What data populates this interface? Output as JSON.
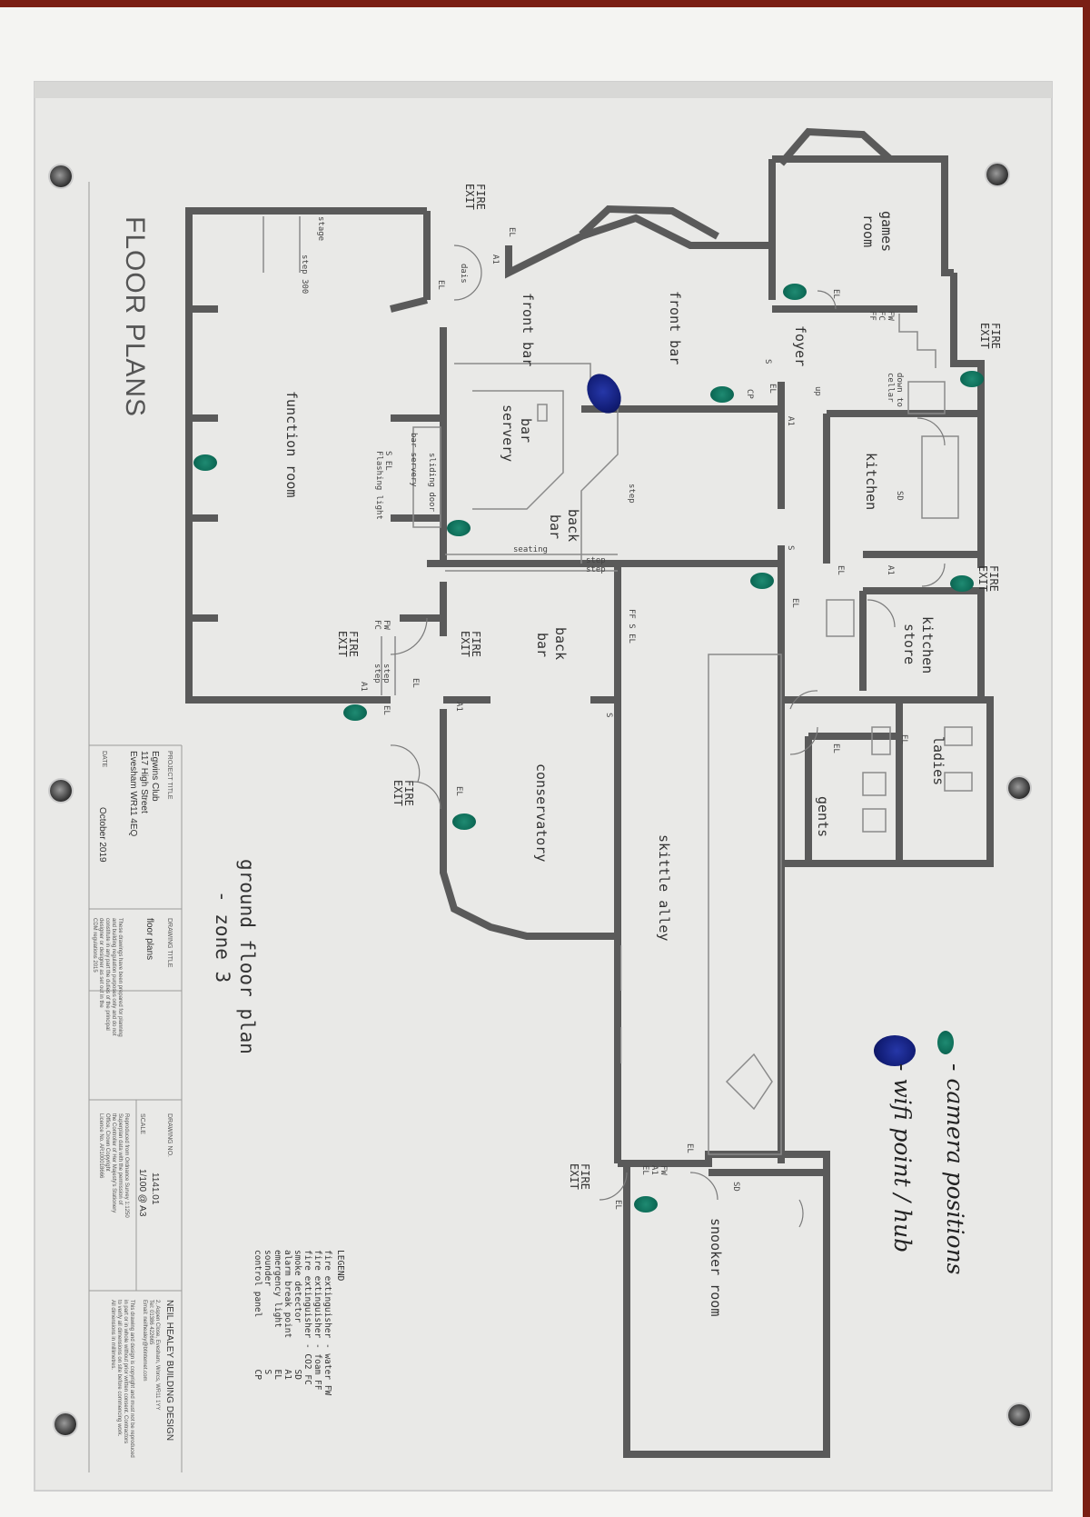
{
  "sheet": {
    "title": "FLOOR PLANS",
    "subtitle_line1": "ground floor plan",
    "subtitle_line2": "- zone 3"
  },
  "rooms": {
    "front_bar_1": "front bar",
    "front_bar_2": "front bar",
    "games_room_1": "games",
    "games_room_2": "room",
    "foyer": "foyer",
    "bar_servery_1": "bar",
    "bar_servery_2": "servery",
    "function_room": "function room",
    "back_bar_1a": "back",
    "back_bar_1b": "bar",
    "back_bar_2a": "back",
    "back_bar_2b": "bar",
    "kitchen": "kitchen",
    "kitchen_store_1": "kitchen",
    "kitchen_store_2": "store",
    "ladies": "ladies",
    "gents": "gents",
    "conservatory": "conservatory",
    "skittle_alley": "skittle alley",
    "snooker_room": "snooker room"
  },
  "fire_exit": "FIRE\nEXIT",
  "small_labels": {
    "stage": "stage",
    "step_300": "step 300",
    "dais": "dais",
    "step": "step",
    "seating": "seating",
    "step_step": "step\nstep",
    "bar_servery_small": "bar servery",
    "sliding_door": "sliding door",
    "flashing_light": "S EL\nFlashing light",
    "down_to_cellar": "down to\ncellar",
    "up": "up",
    "sd": "SD",
    "el": "EL",
    "a1": "A1",
    "s": "S",
    "cp": "CP",
    "fw_fc_ff": "FW\nFC\nFF",
    "ff_s_el": "FF S EL",
    "fw_fc": "FW\nFC",
    "fw_a1_el": "FW\nA1\nEL",
    "step_small": "step\nstep"
  },
  "title_block": {
    "project_title_label": "PROJECT TITLE",
    "project_title": "Egwins Club\n117 High Street\nEvesham WR11 4EQ",
    "date_label": "DATE",
    "date": "October 2019",
    "drawing_title_label": "DRAWING TITLE",
    "drawing_title": "floor plans",
    "drawing_note": "These drawings have been prepared for planning\nand building regulation purposes only and do not\nconstitute in any part the duties of the principal\ndesigner or designer as set out in the\nCDM regulations 2015",
    "drawing_no_label": "DRAWING NO.",
    "drawing_no": "1141.01",
    "scale_label": "SCALE",
    "scale": "1/100 @ A3",
    "os_note": "Reproduced from Ordnance Survey 1:1250\nSuperplan data with the permission of\nthe Controller of Her Majesty's Stationery\nOffice, Crown Copyright\nLicence No. AR100018666",
    "company": "NEIL HEALEY BUILDING DESIGN",
    "company_address": "2, Aspen Close, Evesham, Worcs, WR11 1YY\nTel: 01386 422665\nEmail: neilhealey@btinternet.com",
    "company_note": "This drawing and design is copyright and must not be reproduced\nin part or in whole without prior written consent. Contractors\nto verify all dimensions on site before commencing work.\nAll dimensions in millimetres."
  },
  "legend": {
    "heading": "LEGEND",
    "items": [
      "fire extinguisher - water FW",
      "fire extinguisher - foam FF",
      "fire extinguisher - CO2 FC",
      "smoke detector         SD",
      "alarm break point      A1",
      "emergency light        EL",
      "sounder                S",
      "control panel          CP"
    ]
  },
  "handwritten_legend": {
    "camera": "- camera positions",
    "wifi": "- wifi point / hub"
  },
  "colors": {
    "camera_marker": "#0f6f5a",
    "wifi_marker": "#131f7a",
    "wall": "#555555",
    "paper": "#ececea"
  }
}
